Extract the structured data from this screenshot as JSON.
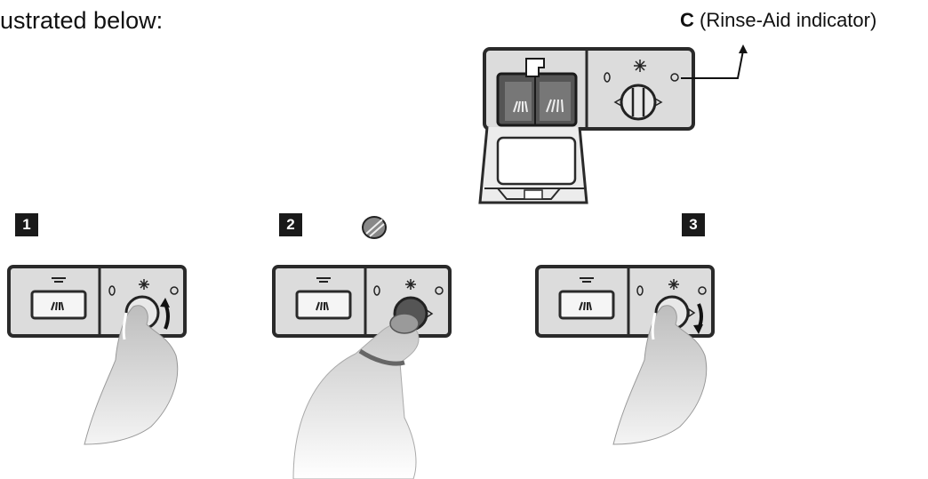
{
  "intro_text": "ustrated below:",
  "callout": {
    "letter": "C",
    "label": "(Rinse-Aid indicator)"
  },
  "steps": [
    "1",
    "2",
    "3"
  ],
  "colors": {
    "panel_fill": "#dcdcdc",
    "panel_stroke": "#2a2a2a",
    "cup_fill": "#555555",
    "hand_fill": "#cfcfcf",
    "step_badge": "#1a1a1a"
  },
  "icons": [
    "detergent-dispenser-icon",
    "rinse-aid-cap-icon",
    "snowflake-icon",
    "hand-icon",
    "bottle-icon",
    "rotate-arrow-icon"
  ]
}
